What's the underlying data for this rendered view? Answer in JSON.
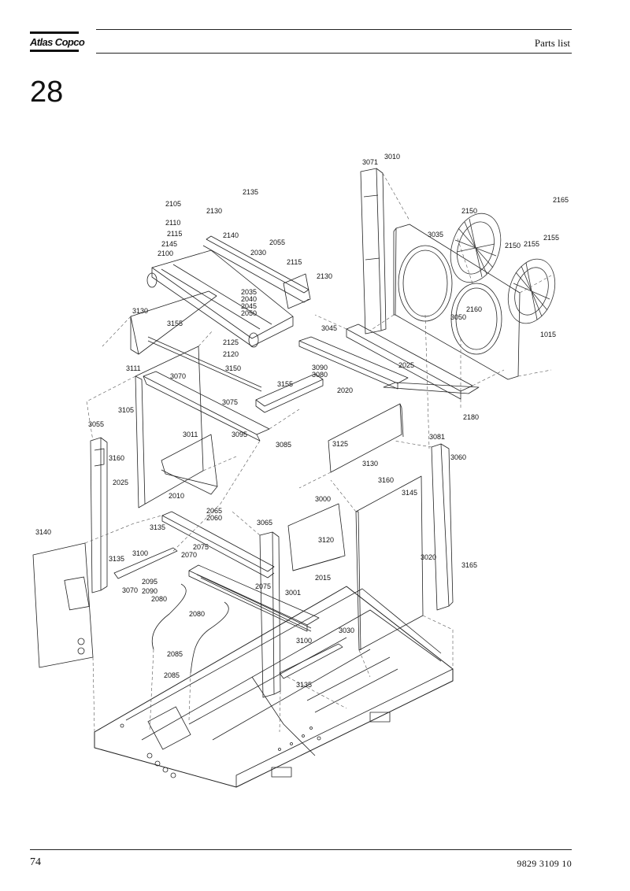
{
  "header": {
    "brand_logo": "Atlas Copco",
    "title": "Parts list"
  },
  "section_number": "28",
  "footer": {
    "page_number": "74",
    "document_number": "9829 3109 10"
  },
  "diagram": {
    "part_labels": [
      "3071",
      "3010",
      "2135",
      "2105",
      "2130",
      "2165",
      "2150",
      "2110",
      "2115",
      "2140",
      "2155",
      "2145",
      "2055",
      "3035",
      "2150",
      "2155",
      "2100",
      "2030",
      "2115",
      "2130",
      "2035",
      "2040",
      "2045",
      "2050",
      "3130",
      "3155",
      "2160",
      "3050",
      "1015",
      "3045",
      "2125",
      "2120",
      "2025",
      "3111",
      "3070",
      "3150",
      "3090",
      "3080",
      "2020",
      "3155",
      "3105",
      "3075",
      "2180",
      "3055",
      "3011",
      "3095",
      "3085",
      "3160",
      "3125",
      "3081",
      "2025",
      "3130",
      "3060",
      "3160",
      "3145",
      "2010",
      "3000",
      "2065",
      "2060",
      "3135",
      "3065",
      "3120",
      "3140",
      "2075",
      "3100",
      "2070",
      "2015",
      "3020",
      "3165",
      "3135",
      "2095",
      "3070",
      "2090",
      "2075",
      "3001",
      "2080",
      "2080",
      "3030",
      "3100",
      "2085",
      "2085",
      "3135"
    ]
  }
}
